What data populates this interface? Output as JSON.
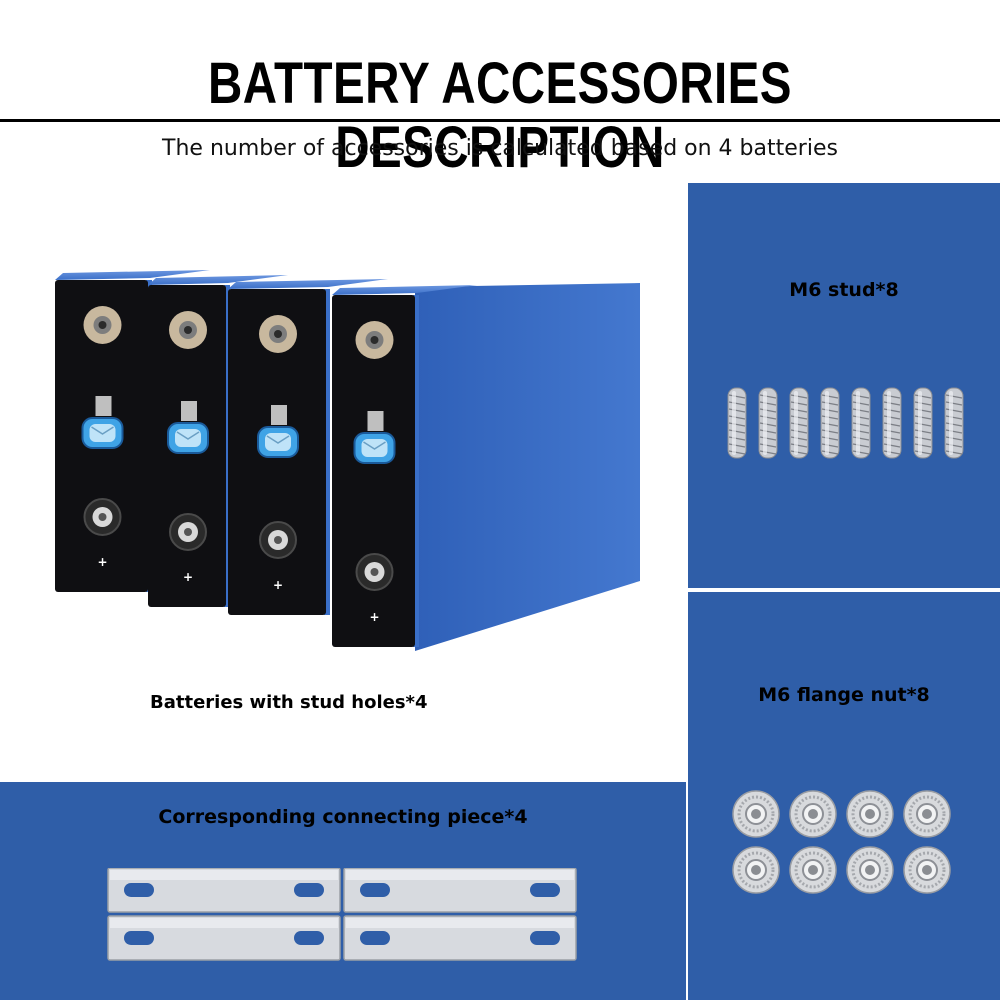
{
  "header": {
    "title": "BATTERY ACCESSORIES DESCRIPTION",
    "subtitle": "The number of accessories is calculated based on 4 batteries"
  },
  "batteries": {
    "label": "Batteries with stud holes*4",
    "terminal_symbol": "+",
    "count": 4,
    "colors": {
      "casing": "#3a6fc8",
      "face": "#0f0f12",
      "vent": "#3fa3e6",
      "terminal_ring": "#c8b89e"
    }
  },
  "studs": {
    "label": "M6 stud*8",
    "count": 8,
    "icon": "stud-icon"
  },
  "nuts": {
    "label": "M6 flange nut*8",
    "count": 8,
    "icon": "flange-nut-icon"
  },
  "connectors": {
    "label": "Corresponding connecting piece*4",
    "count": 4,
    "icon": "busbar-icon"
  },
  "colors": {
    "panel_blue": "#2f5ea8",
    "text": "#000000"
  }
}
